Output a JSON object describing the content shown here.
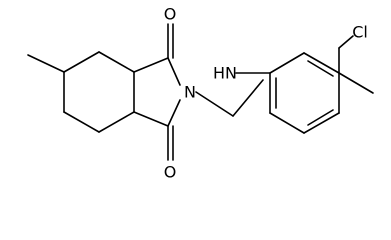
{
  "molecule": {
    "atom_labels": {
      "o_top": "O",
      "o_bottom": "O",
      "nitrogen_imide": "N",
      "amine_nh": "HN",
      "chlorine": "Cl"
    }
  }
}
